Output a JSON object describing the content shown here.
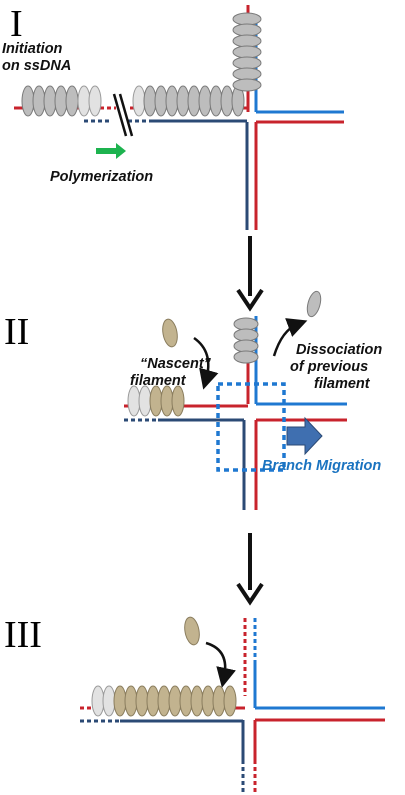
{
  "panels": {
    "one": {
      "numeral": "I",
      "initiation_line1": "Initiation",
      "initiation_line2": "on ssDNA",
      "polymerization": "Polymerization"
    },
    "two": {
      "numeral": "II",
      "nascent_line1": "“Nascent”",
      "nascent_line2": "filament",
      "dissociation_line1": "Dissociation",
      "dissociation_line2": "of previous",
      "dissociation_line3": "filament",
      "branch_migration": "Branch Migration"
    },
    "three": {
      "numeral": "III"
    }
  },
  "colors": {
    "red_strand": "#c8232c",
    "light_blue_strand": "#1f78d1",
    "dark_blue_strand": "#2b4a75",
    "protein_gray": "#bdbdbd",
    "protein_light": "#e2e2e2",
    "protein_tan": "#c2b38f",
    "arrow_green": "#1db34f",
    "arrow_blue": "#3f6fb0",
    "box_blue": "#1f78d1"
  }
}
